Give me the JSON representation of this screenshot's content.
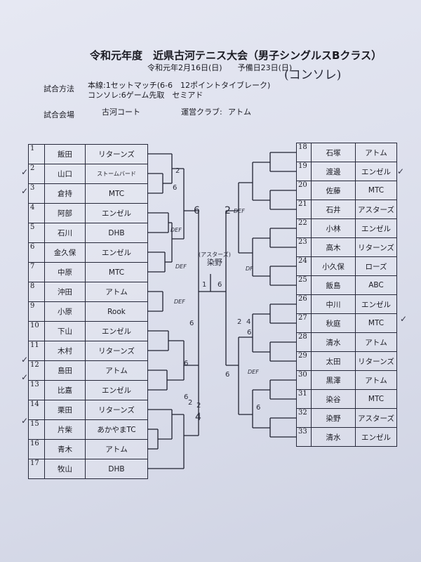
{
  "header": {
    "title": "令和元年度　近県古河テニス大会（男子シングルスBクラス）",
    "date": "令和元年2月16日(日)　　予備日23日(日)",
    "handwritten_note": "(コンソレ)"
  },
  "info": {
    "method_label": "試合方法",
    "method_main": "本線:1セットマッチ(6-6　12ポイントタイブレーク)",
    "method_consolation": "コンソレ:6ゲーム先取　セミアド",
    "venue_label": "試合会場",
    "venue": "古河コート",
    "club_label": "運営クラブ:",
    "club": "アトム"
  },
  "left_players": [
    {
      "num": "1",
      "name": "飯田",
      "club": "リターンズ"
    },
    {
      "num": "2",
      "name": "山口",
      "club": "ストームバード"
    },
    {
      "num": "3",
      "name": "倉持",
      "club": "MTC"
    },
    {
      "num": "4",
      "name": "阿部",
      "club": "エンゼル"
    },
    {
      "num": "5",
      "name": "石川",
      "club": "DHB"
    },
    {
      "num": "6",
      "name": "金久保",
      "club": "エンゼル"
    },
    {
      "num": "7",
      "name": "中原",
      "club": "MTC"
    },
    {
      "num": "8",
      "name": "沖田",
      "club": "アトム"
    },
    {
      "num": "9",
      "name": "小原",
      "club": "Rook"
    },
    {
      "num": "10",
      "name": "下山",
      "club": "エンゼル"
    },
    {
      "num": "11",
      "name": "木村",
      "club": "リターンズ"
    },
    {
      "num": "12",
      "name": "島田",
      "club": "アトム"
    },
    {
      "num": "13",
      "name": "比嘉",
      "club": "エンゼル"
    },
    {
      "num": "14",
      "name": "栗田",
      "club": "リターンズ"
    },
    {
      "num": "15",
      "name": "片柴",
      "club": "あかやまTC"
    },
    {
      "num": "16",
      "name": "青木",
      "club": "アトム"
    },
    {
      "num": "17",
      "name": "牧山",
      "club": "DHB"
    }
  ],
  "right_players": [
    {
      "num": "18",
      "name": "石塚",
      "club": "アトム"
    },
    {
      "num": "19",
      "name": "渡邊",
      "club": "エンゼル"
    },
    {
      "num": "20",
      "name": "佐藤",
      "club": "MTC"
    },
    {
      "num": "21",
      "name": "石井",
      "club": "アスターズ"
    },
    {
      "num": "22",
      "name": "小林",
      "club": "エンゼル"
    },
    {
      "num": "23",
      "name": "高木",
      "club": "リターンズ"
    },
    {
      "num": "24",
      "name": "小久保",
      "club": "ローズ"
    },
    {
      "num": "25",
      "name": "飯島",
      "club": "ABC"
    },
    {
      "num": "26",
      "name": "中川",
      "club": "エンゼル"
    },
    {
      "num": "27",
      "name": "秋庭",
      "club": "MTC"
    },
    {
      "num": "28",
      "name": "清水",
      "club": "アトム"
    },
    {
      "num": "29",
      "name": "太田",
      "club": "リターンズ"
    },
    {
      "num": "30",
      "name": "黒澤",
      "club": "アトム"
    },
    {
      "num": "31",
      "name": "染谷",
      "club": "MTC"
    },
    {
      "num": "32",
      "name": "染野",
      "club": "アスターズ"
    },
    {
      "num": "33",
      "name": "清水",
      "club": "エンゼル"
    }
  ],
  "bracket_marks": {
    "winner": "(アスターズ)\n染野",
    "winner_club": "(アスターズ)",
    "winner_name": "染野",
    "scores": [
      "2",
      "6",
      "6",
      "DEF",
      "DEF",
      "DEF",
      "6",
      "6",
      "4",
      "2",
      "2",
      "6",
      "1",
      "6",
      "2",
      "DEF",
      "DF",
      "2",
      "4",
      "6",
      "6",
      "DEF",
      "6"
    ],
    "checks": [
      "✓",
      "✓",
      "✓",
      "✓",
      "✓",
      "✓",
      "✓"
    ]
  }
}
